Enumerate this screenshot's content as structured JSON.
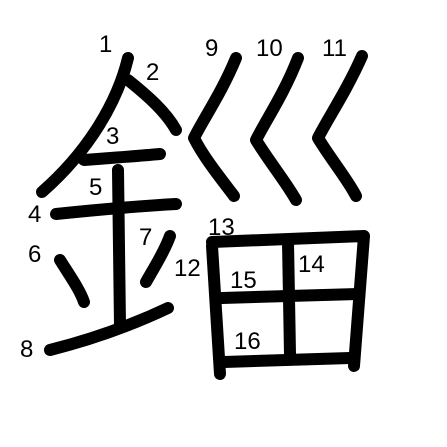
{
  "diagram": {
    "stroke_color": "#000000",
    "background": "#ffffff",
    "strokes": [
      {
        "n": "1"
      },
      {
        "n": "2"
      },
      {
        "n": "3"
      },
      {
        "n": "4"
      },
      {
        "n": "5"
      },
      {
        "n": "6"
      },
      {
        "n": "7"
      },
      {
        "n": "8"
      },
      {
        "n": "9"
      },
      {
        "n": "10"
      },
      {
        "n": "11"
      },
      {
        "n": "12"
      },
      {
        "n": "13"
      },
      {
        "n": "14"
      },
      {
        "n": "15"
      },
      {
        "n": "16"
      }
    ]
  }
}
